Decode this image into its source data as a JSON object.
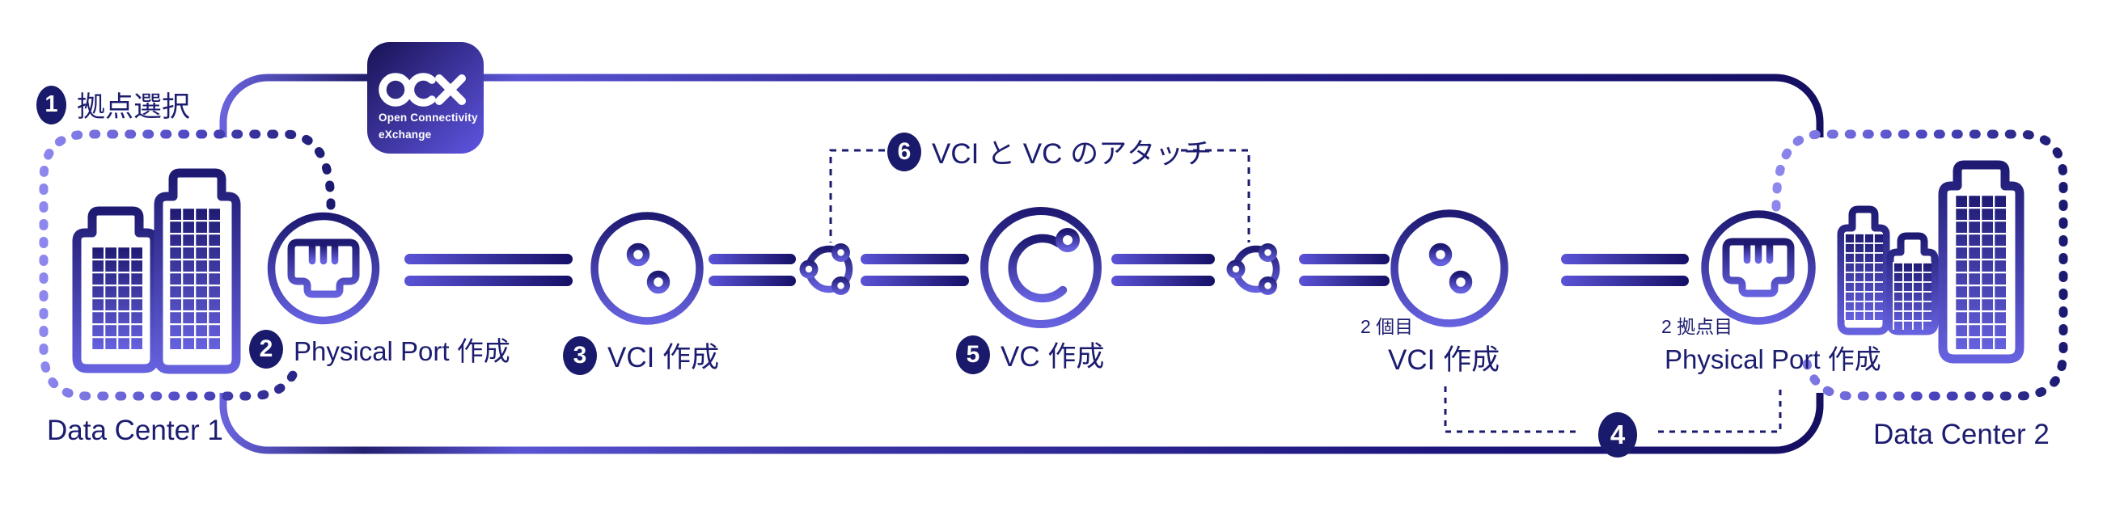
{
  "logo": {
    "name": "OCX",
    "line1": "Open Connectivity",
    "line2": "eXchange"
  },
  "steps": [
    {
      "num": "1",
      "label": "拠点選択"
    },
    {
      "num": "2",
      "label": "Physical Port 作成"
    },
    {
      "num": "3",
      "label": "VCI 作成"
    },
    {
      "num": "4",
      "label": ""
    },
    {
      "num": "5",
      "label": "VC 作成"
    },
    {
      "num": "6",
      "label": "VCI と VC のアタッチ"
    }
  ],
  "secondary_labels": {
    "vci2_prefix": "2 個目",
    "vci2_label": "VCI 作成",
    "port2_prefix": "2 拠点目",
    "port2_label": "Physical Port 作成"
  },
  "datacenters": [
    {
      "label": "Data Center 1"
    },
    {
      "label": "Data Center 2"
    }
  ],
  "icons": [
    "ocx-logo",
    "building-icon",
    "ethernet-port-icon",
    "vci-sliders-icon",
    "vc-circle-icon",
    "attach-node-icon"
  ],
  "colors": {
    "navy": "#1c1c70",
    "violet": "#6661de",
    "badge_navy": "#191a6b",
    "background": "#ffffff"
  }
}
